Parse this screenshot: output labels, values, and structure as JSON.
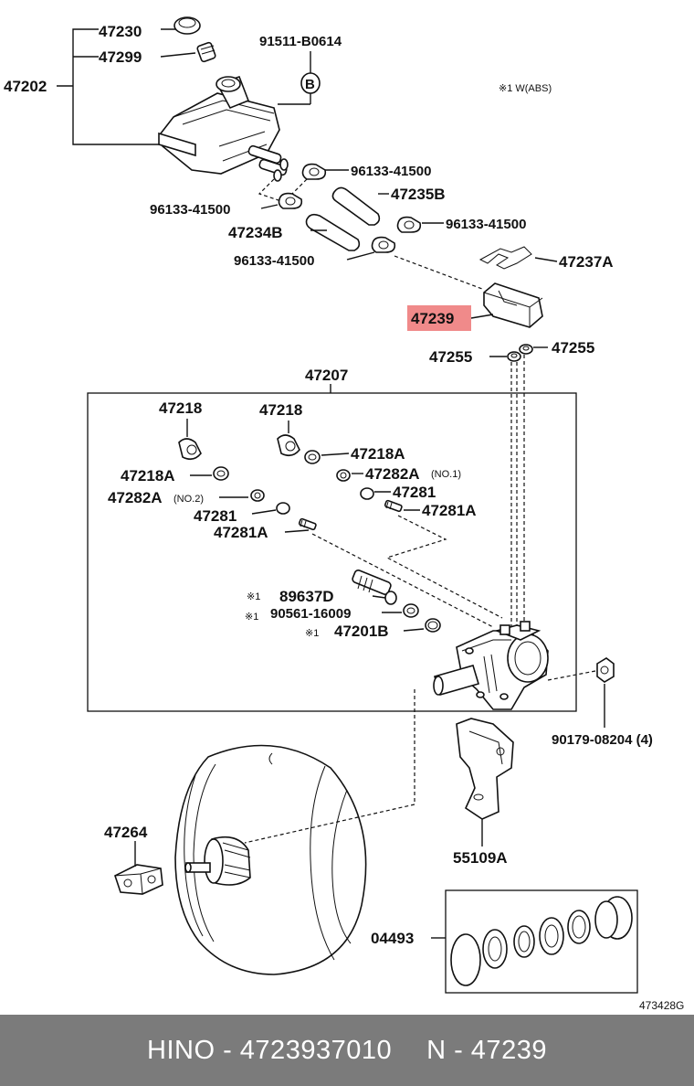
{
  "diagram": {
    "note_abs": "※1 W(ABS)",
    "ref_code": "473428G",
    "labels": {
      "p47230": "47230",
      "p47299": "47299",
      "p47202": "47202",
      "p91511": "91511-B0614",
      "callout_b": "B",
      "p96133_a": "96133-41500",
      "p96133_b": "96133-41500",
      "p96133_c": "96133-41500",
      "p96133_d": "96133-41500",
      "p47235b": "47235B",
      "p47234b": "47234B",
      "p47237a": "47237A",
      "p47239": "47239",
      "p47255_l": "47255",
      "p47255_r": "47255",
      "p47207": "47207",
      "p47218_l": "47218",
      "p47218_r": "47218",
      "p47218a_r": "47218A",
      "p47218a_l": "47218A",
      "p47282a_r": "47282A",
      "p47282a_r_note": "(NO.1)",
      "p47282a_l": "47282A",
      "p47282a_l_note": "(NO.2)",
      "p47281_r": "47281",
      "p47281_l": "47281",
      "p47281a_r": "47281A",
      "p47281a_l": "47281A",
      "mark1_a": "※1",
      "mark1_b": "※1",
      "mark1_c": "※1",
      "p89637d": "89637D",
      "p90561": "90561-16009",
      "p47201b": "47201B",
      "p90179": "90179-08204 (4)",
      "p55109a": "55109A",
      "p47264": "47264",
      "p04493": "04493"
    }
  },
  "highlight": {
    "part": "47239",
    "color": "#f08a8a"
  },
  "footer": {
    "brand_part": "HINO - 4723937010",
    "name_part": "N - 47239",
    "background": "#7b7b7b"
  }
}
